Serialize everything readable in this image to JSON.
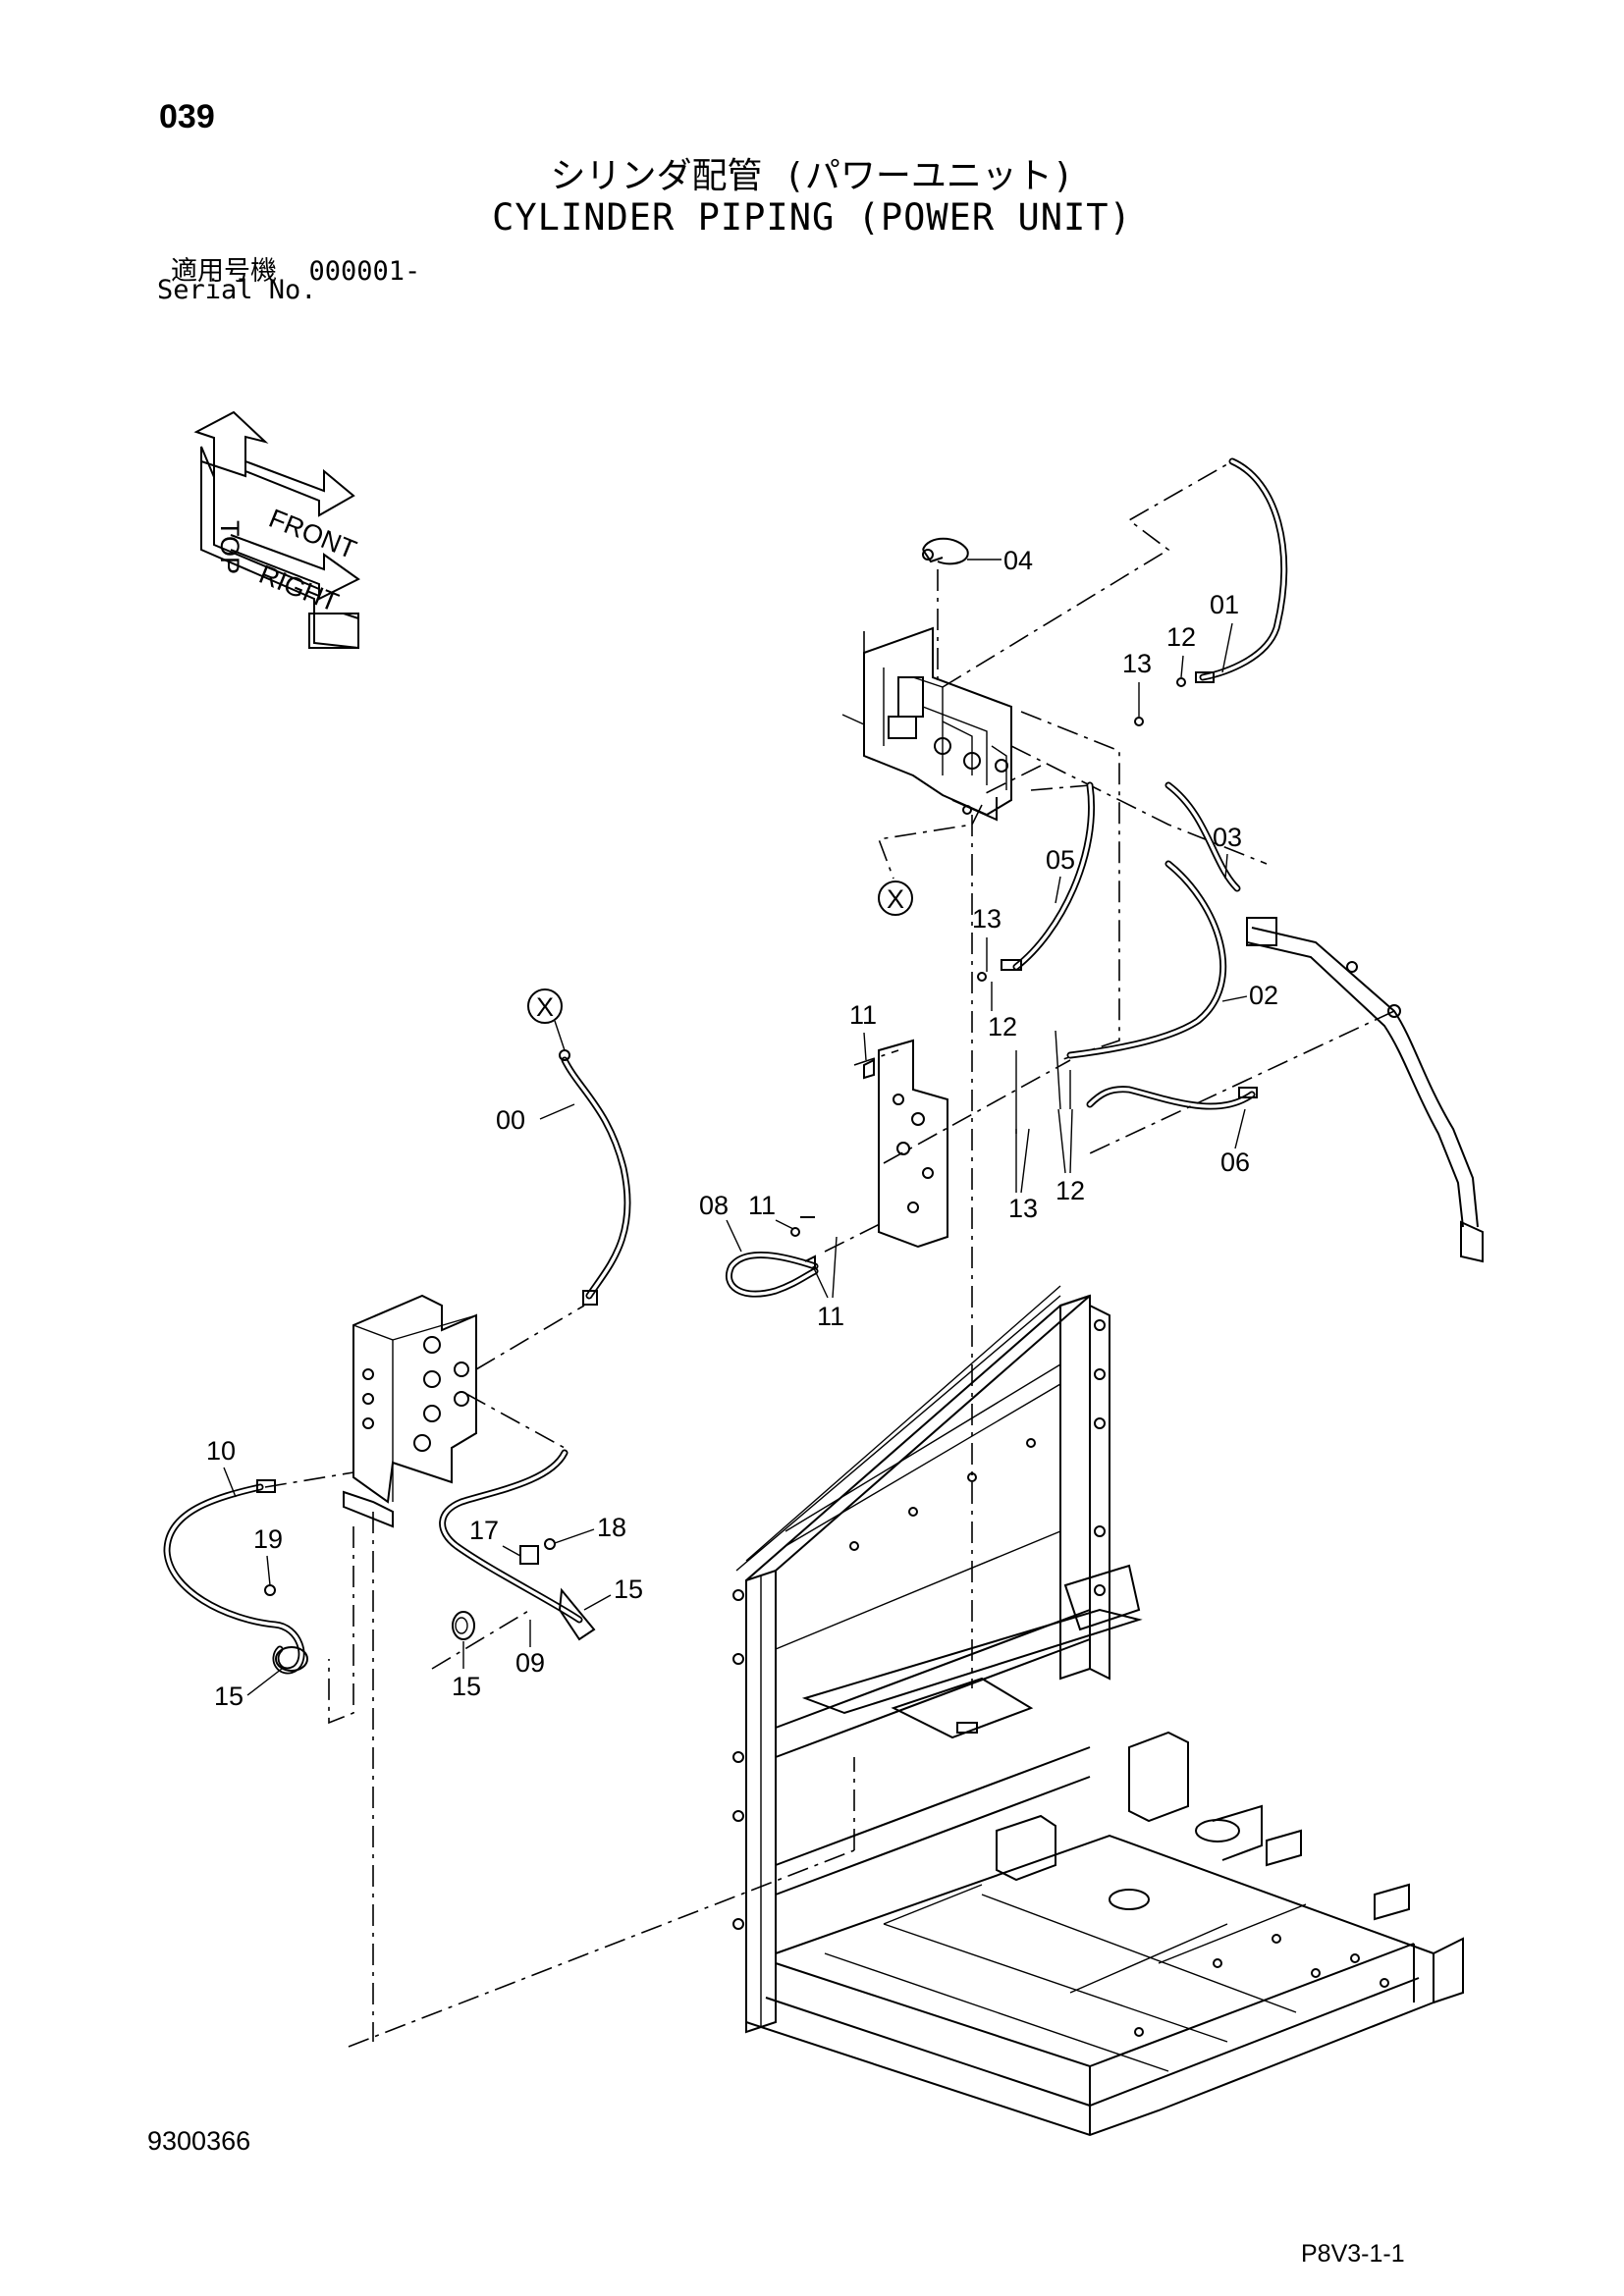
{
  "header": {
    "page_number": "039",
    "title_ja": "シリンダ配管 (パワーユニット)",
    "title_en": "CYLINDER PIPING (POWER UNIT)",
    "serial_label_ja": "適用号機",
    "serial_value": "000001-",
    "serial_label_en": "Serial No."
  },
  "footer": {
    "drawing_number": "9300366",
    "sheet_code": "P8V3-1-1"
  },
  "orientation_indicator": {
    "labels": [
      "TOP",
      "FRONT",
      "RIGHT"
    ]
  },
  "callouts": {
    "c01": "01",
    "c02": "02",
    "c03": "03",
    "c04": "04",
    "c05": "05",
    "c06": "06",
    "c08": "08",
    "c09": "09",
    "c10": "10",
    "c00": "00",
    "c11a": "11",
    "c11b": "11",
    "c11c": "11",
    "c12a": "12",
    "c12b": "12",
    "c12c": "12",
    "c13a": "13",
    "c13b": "13",
    "c13c": "13",
    "c15a": "15",
    "c15b": "15",
    "c15c": "15",
    "c17": "17",
    "c18": "18",
    "c19": "19",
    "x_ref_a": "X",
    "x_ref_b": "X"
  }
}
